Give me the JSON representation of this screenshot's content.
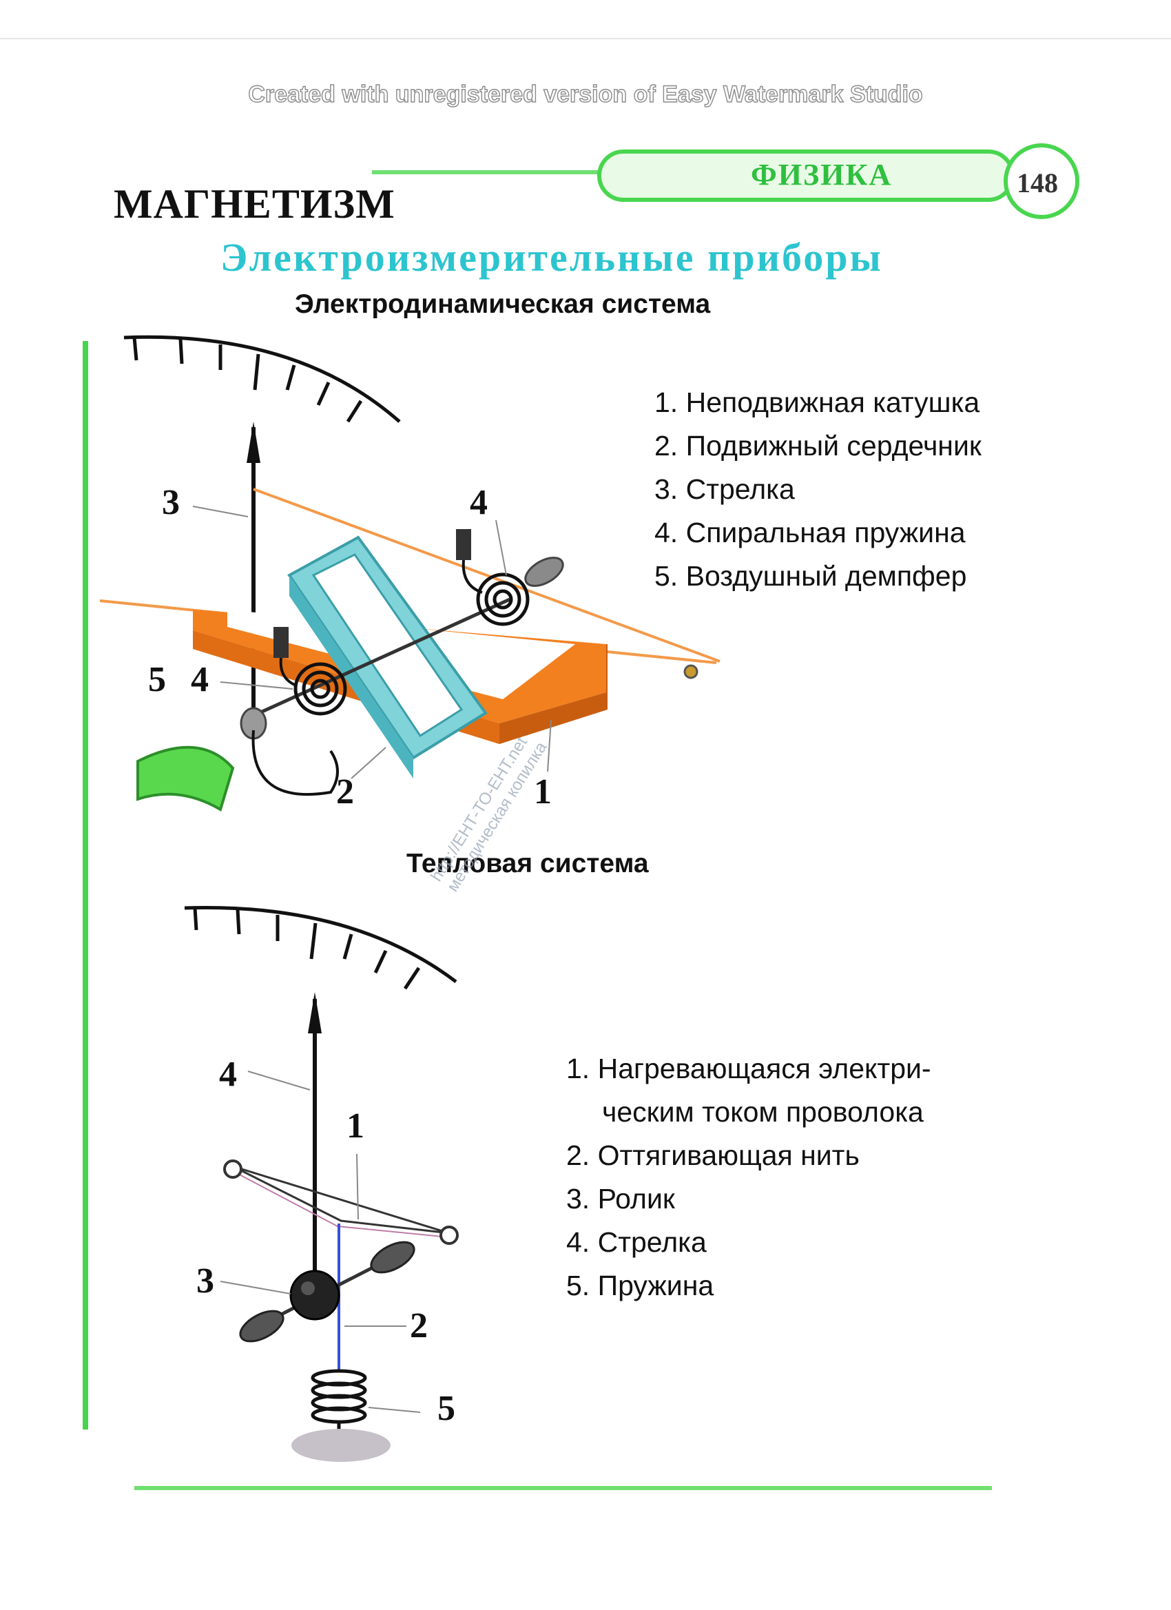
{
  "watermark": "Created with unregistered version of Easy Watermark Studio",
  "header": {
    "subject": "ФИЗИКА",
    "page_number": "148",
    "accent_color": "#3ad14a"
  },
  "section_title": "МАГНЕТИЗМ",
  "page_subtitle": "Электроизмерительные приборы",
  "subtitle_color": "#2cc4cf",
  "electrodynamic": {
    "title": "Электродинамическая система",
    "legend": [
      {
        "num": "1.",
        "label": "Неподвижная катушка"
      },
      {
        "num": "2.",
        "label": "Подвижный сердечник"
      },
      {
        "num": "3.",
        "label": "Стрелка"
      },
      {
        "num": "4.",
        "label": "Спиральная пружина"
      },
      {
        "num": "5.",
        "label": "Воздушный демпфер"
      }
    ],
    "labels": [
      "3",
      "4",
      "5",
      "4",
      "2",
      "1"
    ]
  },
  "thermal": {
    "title": "Тепловая система",
    "legend": [
      {
        "num": "1.",
        "label": "Нагревающаяся электри-"
      },
      {
        "num": "",
        "label": "ческим током проволока"
      },
      {
        "num": "2.",
        "label": "Оттягивающая нить"
      },
      {
        "num": "3.",
        "label": "Ролик"
      },
      {
        "num": "4.",
        "label": "Стрелка"
      },
      {
        "num": "5.",
        "label": "Пружина"
      }
    ],
    "labels": [
      "4",
      "1",
      "3",
      "2",
      "5"
    ]
  },
  "stamp": {
    "line1": "http://ЕНТ-ТО-ЕНТ.net",
    "line2": "методическая копилка"
  }
}
